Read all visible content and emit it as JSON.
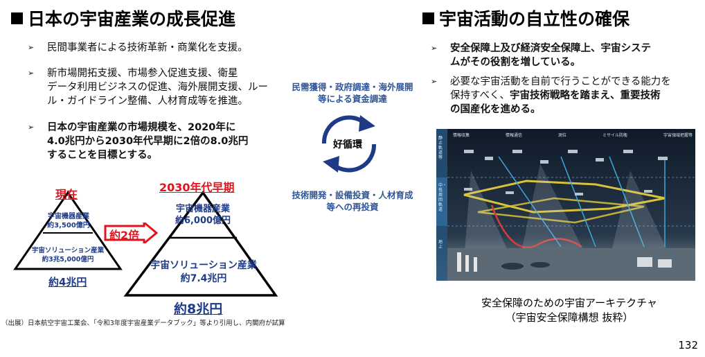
{
  "left": {
    "title": "日本の宇宙産業の成長促進",
    "bullets": [
      {
        "text": "民間事業者による技術革新・商業化を支援。"
      },
      {
        "text": "新市場開拓支援、市場参入促進支援、衛星\nデータ利用ビジネスの促進、海外展開支援、ルー\nル・ガイドライン整備、人材育成等を推進。"
      },
      {
        "text": "日本の宇宙産業の市場規模を、2020年に\n4.0兆円から2030年代早期に2倍の8.0兆円\nすることを目標とする。"
      }
    ],
    "current": {
      "label": "現在",
      "top": "宇宙機器産業\n約3,500億円",
      "bottom": "宇宙ソリューション産業\n約3兆5,000億円",
      "total": "約4兆円"
    },
    "multiplier": "約2倍",
    "future": {
      "label": "2030年代早期",
      "top": "宇宙機器産業\n約6,000億円",
      "bottom": "宇宙ソリューション産業\n約7.4兆円",
      "total": "約8兆円"
    },
    "source": "（出展）日本航空宇宙工業会、「令和3年度宇宙産業データブック」等より引用し、内閣府が試算"
  },
  "cycle": {
    "top": "民需獲得・政府調達・海外展開\n等による資金調達",
    "center": "好循環",
    "bottom": "技術開発・設備投資・人材育成\n等への再投資"
  },
  "right": {
    "title": "宇宙活動の自立性の確保",
    "bullet1": "安全保障上及び経済安全保障上、宇宙システ\nムがその役割を増している。",
    "bullet2_plain": "必要な宇宙活動を自前で行うことができる能力を\n保持すべく、",
    "bullet2_bold": "宇宙技術戦略を踏まえ、重要技術\nの国産化を進める。",
    "arch_tags": [
      "情報収集",
      "情報通信",
      "測位",
      "ミサイル防衛",
      "宇宙領域把握等"
    ],
    "arch_side_1": "静止軌道等",
    "arch_side_2": "中・低周回軌道",
    "arch_side_3": "地上",
    "caption": "安全保障のための宇宙アーキテクチャ\n（宇宙安全保障構想 抜粋）"
  },
  "page_number": "132",
  "colors": {
    "accent_red": "#e0141e",
    "navy": "#1f3b87",
    "cycle_blue": "#2f5597"
  }
}
